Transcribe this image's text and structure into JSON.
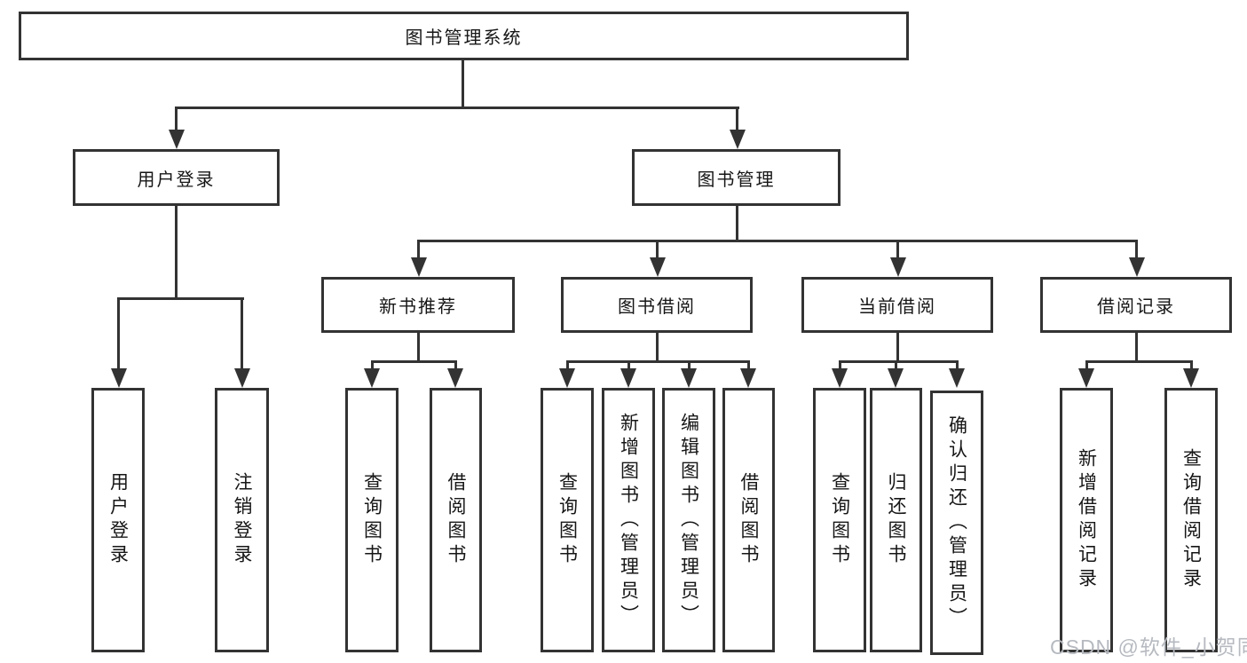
{
  "tree": {
    "root": "图书管理系统",
    "branches": [
      {
        "label": "用户登录",
        "children": [
          "用户登录",
          "注销登录"
        ]
      },
      {
        "label": "图书管理",
        "groups": [
          {
            "label": "新书推荐",
            "children": [
              "查询图书",
              "借阅图书"
            ]
          },
          {
            "label": "图书借阅",
            "children": [
              "查询图书",
              "新增图书（管理员）",
              "编辑图书（管理员）",
              "借阅图书"
            ]
          },
          {
            "label": "当前借阅",
            "children": [
              "查询图书",
              "归还图书",
              "确认归还（管理员）"
            ]
          },
          {
            "label": "借阅记录",
            "children": [
              "新增借阅记录",
              "查询借阅记录"
            ]
          }
        ]
      }
    ]
  },
  "watermark": "CSDN @软件_小贺同学",
  "colors": {
    "line": "#333333",
    "text": "#161616",
    "watermark": "#b6bac0",
    "background": "#ffffff"
  }
}
